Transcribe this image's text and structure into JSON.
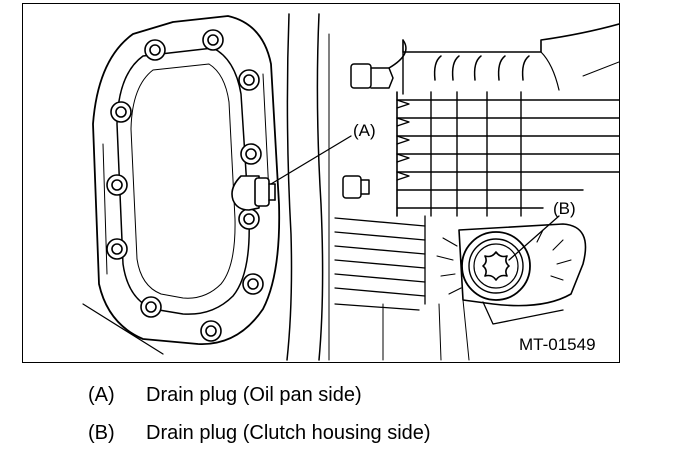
{
  "figure": {
    "callout_a": "(A)",
    "callout_b": "(B)",
    "figure_id": "MT-01549"
  },
  "legend": [
    {
      "key": "(A)",
      "text": "Drain plug (Oil pan side)"
    },
    {
      "key": "(B)",
      "text": "Drain plug (Clutch housing side)"
    }
  ]
}
